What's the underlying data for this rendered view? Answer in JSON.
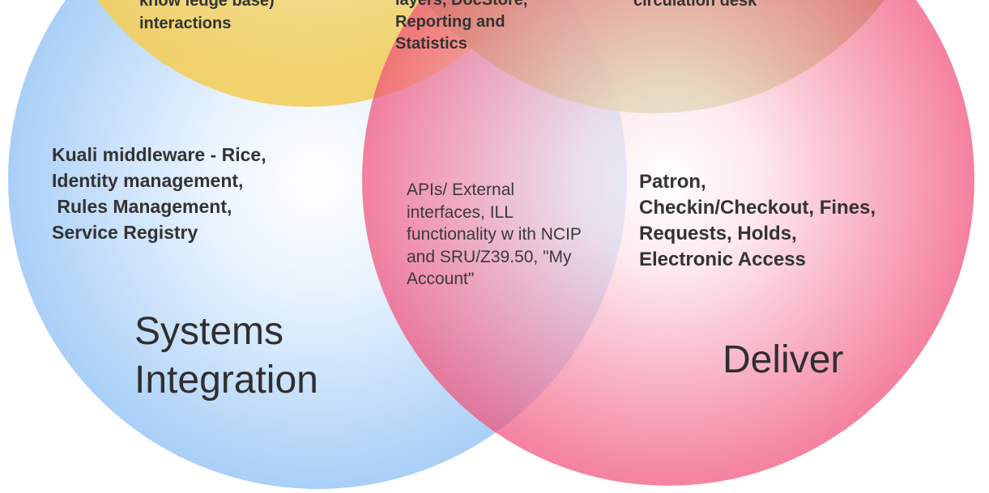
{
  "circles": {
    "systems_integration": {
      "name_lines": [
        "Systems",
        "Integration"
      ],
      "description_lines": [
        "Kuali middleware - Rice,",
        "Identity management,",
        " Rules Management,",
        "Service Registry"
      ],
      "color": "#a9cff7"
    },
    "deliver": {
      "name_lines": [
        "Deliver"
      ],
      "description_lines": [
        "Patron,",
        "Checkin/Checkout, Fines,",
        "Requests, Holds,",
        "Electronic Access"
      ],
      "color": "#f0517a"
    },
    "top_left": {
      "color": "#f2cf60",
      "description_lines": [
        "know ledge base)",
        "interactions"
      ]
    },
    "top_right": {
      "color": "#a9c24e",
      "description_lines": [
        "circulation desk"
      ]
    }
  },
  "overlaps": {
    "top_middle": {
      "description_lines": [
        "layers, DocStore,",
        "Reporting and",
        "Statistics"
      ]
    },
    "systems_deliver": {
      "description_lines": [
        "APIs/ External",
        "interfaces, ILL",
        "functionality w ith NCIP",
        "and SRU/Z39.50, \"My",
        "Account\""
      ]
    }
  }
}
